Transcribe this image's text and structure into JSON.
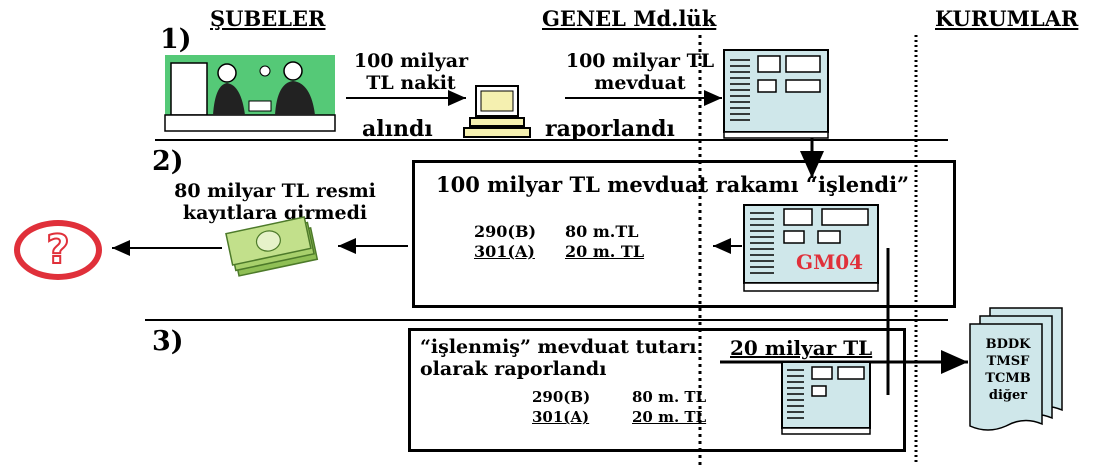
{
  "headers": {
    "branches": "ŞUBELER",
    "head_office": "GENEL Md.lük",
    "institutions": "KURUMLAR"
  },
  "steps": {
    "s1": "1)",
    "s2": "2)",
    "s3": "3)"
  },
  "step1": {
    "cash_line1": "100 milyar",
    "cash_line2": "TL nakit",
    "deposit_line1": "100 milyar TL",
    "deposit_line2": "mevduat",
    "received": "alındı",
    "reported": "raporlandı"
  },
  "step2": {
    "note_line1": "80 milyar TL resmi",
    "note_line2": "kayıtlara girmedi",
    "title": "100 milyar TL mevduat rakamı “işlendi”",
    "acct1_code": "290(B)",
    "acct1_amount": "80 m.TL",
    "acct2_code": "301(A)",
    "acct2_amount": "20 m. TL",
    "server_label": "GM04",
    "question_mark": "?"
  },
  "step3": {
    "title_line1": "“işlenmiş” mevduat tutarı",
    "amount": "20 milyar TL",
    "title_line2": "olarak raporlandı",
    "acct1_code": "290(B)",
    "acct1_amount": "80 m. TL",
    "acct2_code": "301(A)",
    "acct2_amount": "20 m. TL"
  },
  "institutions": [
    "BDDK",
    "TMSF",
    "TCMB",
    "diğer"
  ],
  "colors": {
    "accent_red": "#e0303a",
    "server_teal": "#cfe7ea",
    "money_green": "#9ccc63",
    "teller_green": "#3fc06a"
  }
}
